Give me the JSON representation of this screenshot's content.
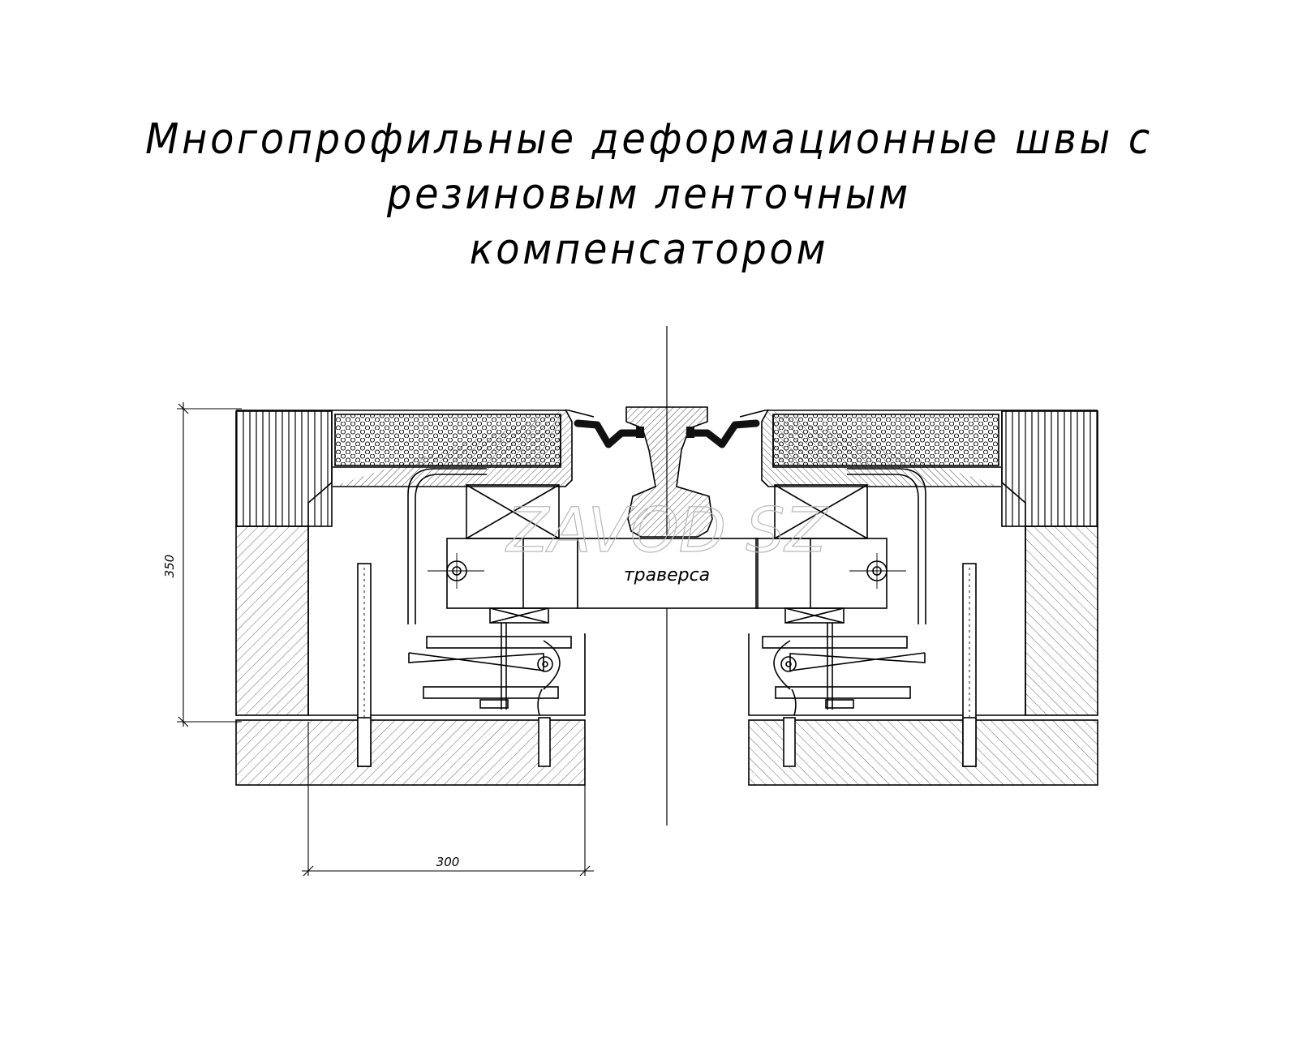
{
  "title": {
    "line1": "Многопрофильные деформационные швы с",
    "line2": "резиновым ленточным",
    "line3": "компенсатором"
  },
  "labels": {
    "traverse": "траверса",
    "dim_height": "350",
    "dim_width": "300",
    "watermark": "ZAVOD SZ"
  },
  "colors": {
    "ink": "#000000",
    "watermark": "#b8b8b8",
    "seal": "#111111"
  }
}
